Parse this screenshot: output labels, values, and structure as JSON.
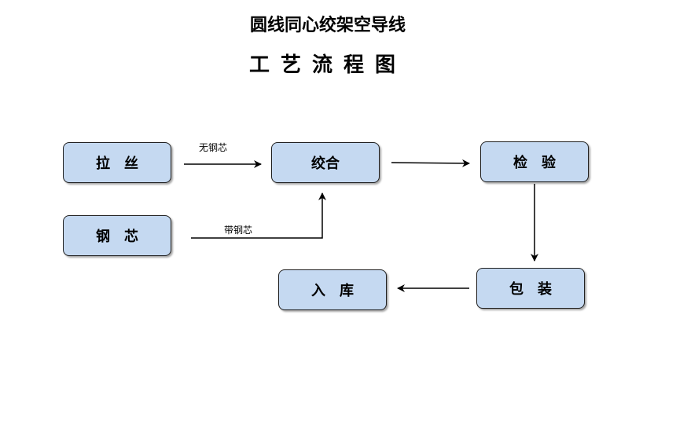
{
  "header": {
    "title": "圆线同心绞架空导线",
    "subtitle": "工艺流程图"
  },
  "nodes": {
    "drawing": "拉　丝",
    "core": "钢　芯",
    "stranding": "绞合",
    "inspection": "检　验",
    "packing": "包　装",
    "storage": "入　库"
  },
  "edges": {
    "drawing_to_stranding": "无钢芯",
    "core_to_stranding": "带钢芯"
  },
  "colors": {
    "node_fill": "#c5d9f1",
    "node_border": "#1f1f1f"
  }
}
